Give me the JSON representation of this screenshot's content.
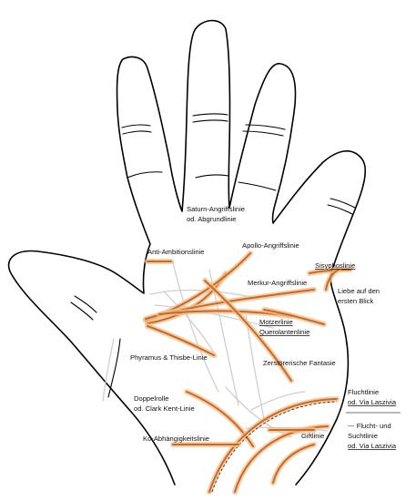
{
  "labels": {
    "saturn_1": "Saturn-Angriffslinie",
    "saturn_2": "od. Abgrundlinie",
    "anti_ambition": "Anti-Ambitionslinie",
    "apollo": "Apollo-Angriffslinie",
    "sisyphos": "Sisyphoslinie",
    "merkur": "Merkur-Angriffslinie",
    "liebe_1": "Liebe auf den",
    "liebe_2": "ersten Blick",
    "motzer": "Motzerlinie",
    "querolanten": "Querolantenlinie",
    "pyramus": "Phyramus & Thisbe-Linie",
    "zerstoererische": "Zerstörerische Fantasie",
    "doppelrolle_1": "Doppelrolle",
    "doppelrolle_2": "od. Clark Kent-Linie",
    "flucht_1": "Fluchtlinie",
    "flucht_2": "od. Via Laszivia",
    "flucht_sucht_1": "--- Flucht- und",
    "flucht_sucht_2": "Suchtlinie",
    "flucht_sucht_3": "od. Via Laszivia",
    "abhaengigkeit": "Ko-Abhängigkeitslinie",
    "gift": "Giftlinie"
  },
  "colors": {
    "line_core": "#c96a22",
    "line_glow": "#f3bd8c",
    "outline": "#000000",
    "reference_lines": "#cfcfcf"
  }
}
